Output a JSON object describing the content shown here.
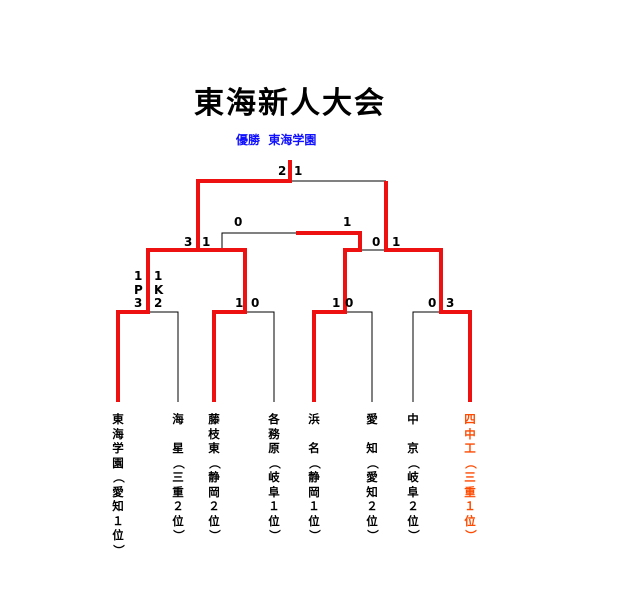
{
  "title": "東海新人大会",
  "champion_text": "優勝  東海学園",
  "colors": {
    "winner_line": "#ee1111",
    "loser_line": "#000000",
    "champion_label": "#1010ff",
    "highlight_team": "#ff4a00"
  },
  "teams": [
    {
      "name": "東海学園",
      "pref": "（愛知",
      "rank": "１位）"
    },
    {
      "name": "海　星",
      "pref": "（三重",
      "rank": "２位）"
    },
    {
      "name": "藤枝東",
      "pref": "（静岡",
      "rank": "２位）"
    },
    {
      "name": "各務原",
      "pref": "（岐阜",
      "rank": "１位）"
    },
    {
      "name": "浜　名",
      "pref": "（静岡",
      "rank": "１位）"
    },
    {
      "name": "愛　知",
      "pref": "（愛知",
      "rank": "２位）"
    },
    {
      "name": "中　京",
      "pref": "（岐阜",
      "rank": "２位）"
    },
    {
      "name": "四中工",
      "pref": "（三重",
      "rank": "１位）"
    }
  ],
  "scores": {
    "qf1_left": [
      "1",
      "P",
      "3"
    ],
    "qf1_right": [
      "1",
      "K",
      "2"
    ],
    "qf2_left": "1",
    "qf2_right": "0",
    "qf3_left": "1",
    "qf3_right": "0",
    "qf4_left": "0",
    "qf4_right": "3",
    "sf1_left": "3",
    "sf1_right": "1",
    "sf2_left": "0",
    "sf2_right": "1",
    "sf2_loser": "0",
    "sf2_winner": "1",
    "final_left": "2",
    "final_right": "1"
  }
}
